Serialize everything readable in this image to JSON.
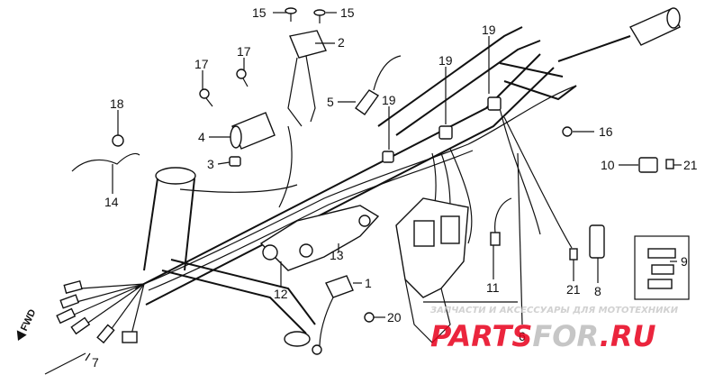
{
  "callouts": [
    {
      "id": "c15a",
      "text": "15"
    },
    {
      "id": "c15b",
      "text": "15"
    },
    {
      "id": "c2",
      "text": "2"
    },
    {
      "id": "c17a",
      "text": "17"
    },
    {
      "id": "c17b",
      "text": "17"
    },
    {
      "id": "c19a",
      "text": "19"
    },
    {
      "id": "c19b",
      "text": "19"
    },
    {
      "id": "c19c",
      "text": "19"
    },
    {
      "id": "c18",
      "text": "18"
    },
    {
      "id": "c5",
      "text": "5"
    },
    {
      "id": "c4",
      "text": "4"
    },
    {
      "id": "c3",
      "text": "3"
    },
    {
      "id": "c14",
      "text": "14"
    },
    {
      "id": "c16",
      "text": "16"
    },
    {
      "id": "c10",
      "text": "10"
    },
    {
      "id": "c21a",
      "text": "21"
    },
    {
      "id": "c21b",
      "text": "21"
    },
    {
      "id": "c9",
      "text": "9"
    },
    {
      "id": "c13",
      "text": "13"
    },
    {
      "id": "c12",
      "text": "12"
    },
    {
      "id": "c1",
      "text": "1"
    },
    {
      "id": "c11",
      "text": "11"
    },
    {
      "id": "c8",
      "text": "8"
    },
    {
      "id": "c20",
      "text": "20"
    },
    {
      "id": "c6",
      "text": "6"
    },
    {
      "id": "c7",
      "text": "7"
    }
  ],
  "fwd_label": "FWD",
  "watermark": {
    "brand_left": "PARTS",
    "brand_right": "FOR",
    "brand_tld": ".RU",
    "tagline": "ЗАПЧАСТИ И АКСЕССУАРЫ ДЛЯ МОТОТЕХНИКИ",
    "color": "#e8001c"
  }
}
